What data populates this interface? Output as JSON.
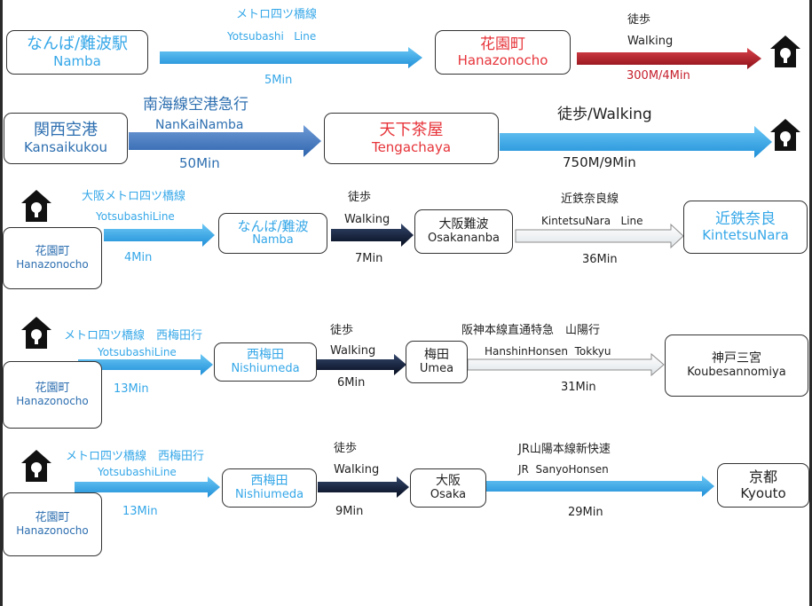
{
  "colors": {
    "light_blue": "#35a7e8",
    "steel_blue": "#3f7cc4",
    "dark_red": "#b3171f",
    "dark_navy": "#0c1a33",
    "pale_gray": "#e8ecef",
    "red_text": "#e6343a"
  },
  "icons": {
    "home": "house-keyhole-icon"
  },
  "routes": [
    {
      "origin": {
        "jp": "なんば/難波駅",
        "en": "Namba"
      },
      "legs": [
        {
          "line_jp": "メトロ四ツ橋線",
          "line_en": "Yotsubashi   Line",
          "time": "5Min"
        },
        {
          "line_jp": "徒歩",
          "line_en": "Walking",
          "time": "300M/4Min"
        }
      ],
      "stops": [
        {
          "jp": "花園町",
          "en": "Hanazonocho"
        }
      ]
    },
    {
      "origin": {
        "jp": "関西空港",
        "en": "Kansaikukou"
      },
      "legs": [
        {
          "line_jp": "南海線空港急行",
          "line_en": "NanKaiNamba",
          "time": "50Min"
        },
        {
          "line_jp": "徒歩/Walking",
          "time": "750M/9Min"
        }
      ],
      "stops": [
        {
          "jp": "天下茶屋",
          "en": "Tengachaya"
        }
      ]
    },
    {
      "origin": {
        "jp": "花園町",
        "en": "Hanazonocho"
      },
      "legs": [
        {
          "line_jp": "大阪メトロ四ツ橋線",
          "line_en": "YotsubashiLine",
          "time": "4Min"
        },
        {
          "line_jp": "徒歩",
          "line_en": "Walking",
          "time": "7Min"
        },
        {
          "line_jp": "近鉄奈良線",
          "line_en": "KintetsuNara   Line",
          "time": "36Min"
        }
      ],
      "stops": [
        {
          "jp": "なんば/難波",
          "en": "Namba"
        },
        {
          "jp": "大阪難波",
          "en": "Osakananba"
        },
        {
          "jp": "近鉄奈良",
          "en": "KintetsuNara"
        }
      ]
    },
    {
      "origin": {
        "jp": "花園町",
        "en": "Hanazonocho"
      },
      "legs": [
        {
          "line_jp": "メトロ四ツ橋線　西梅田行",
          "line_en": "YotsubashiLine",
          "time": "13Min"
        },
        {
          "line_jp": "徒歩",
          "line_en": "Walking",
          "time": "6Min"
        },
        {
          "line_jp": "阪神本線直通特急　山陽行",
          "line_en": "HanshinHonsen  Tokkyu",
          "time": "31Min"
        }
      ],
      "stops": [
        {
          "jp": "西梅田",
          "en": "Nishiumeda"
        },
        {
          "jp": "梅田",
          "en": "Umea"
        },
        {
          "jp": "神戸三宮",
          "en": "Koubesannomiya"
        }
      ]
    },
    {
      "origin": {
        "jp": "花園町",
        "en": "Hanazonocho"
      },
      "legs": [
        {
          "line_jp": "メトロ四ツ橋線　西梅田行",
          "line_en": "YotsubashiLine",
          "time": "13Min"
        },
        {
          "line_jp": "徒歩",
          "line_en": "Walking",
          "time": "9Min"
        },
        {
          "line_jp": "JR山陽本線新快速",
          "line_en": "JR  SanyoHonsen",
          "time": "29Min"
        }
      ],
      "stops": [
        {
          "jp": "西梅田",
          "en": "Nishiumeda"
        },
        {
          "jp": "大阪",
          "en": "Osaka"
        },
        {
          "jp": "京都",
          "en": "Kyouto"
        }
      ]
    }
  ]
}
